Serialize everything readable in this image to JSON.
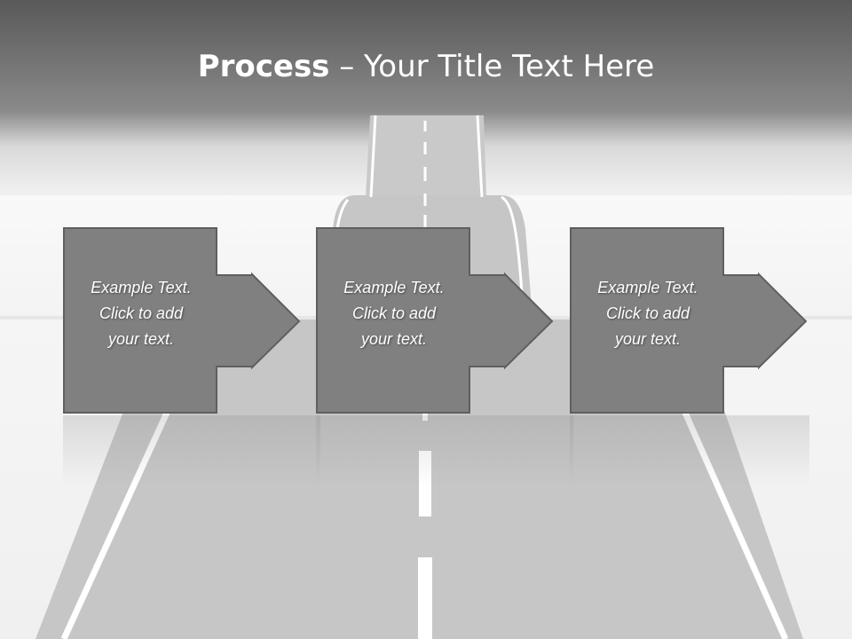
{
  "slide": {
    "title_bold": "Process",
    "title_rest": "– Your Title Text Here",
    "steps": [
      {
        "line1": "Example Text.",
        "line2": "Click  to add",
        "line3": "your text."
      },
      {
        "line1": "Example Text.",
        "line2": "Click  to add",
        "line3": "your text."
      },
      {
        "line1": "Example Text.",
        "line2": "Click  to add",
        "line3": "your text."
      }
    ]
  },
  "colors": {
    "step_fill": "#808080",
    "step_border": "#5f5f5f",
    "road": "#c6c6c6",
    "road_line": "#ffffff"
  }
}
